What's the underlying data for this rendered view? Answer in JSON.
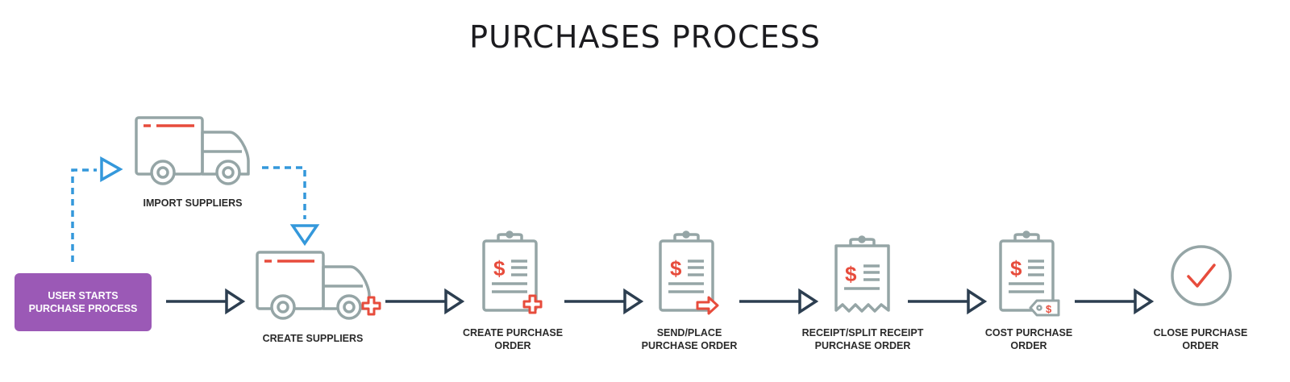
{
  "title": "PURCHASES PROCESS",
  "start": {
    "line1": "USER STARTS",
    "line2": "PURCHASE PROCESS"
  },
  "import_suppliers": "IMPORT SUPPLIERS",
  "steps": [
    {
      "line1": "CREATE SUPPLIERS",
      "line2": ""
    },
    {
      "line1": "CREATE PURCHASE",
      "line2": "ORDER"
    },
    {
      "line1": "SEND/PLACE",
      "line2": "PURCHASE ORDER"
    },
    {
      "line1": "RECEIPT/SPLIT RECEIPT",
      "line2": "PURCHASE ORDER"
    },
    {
      "line1": "COST PURCHASE",
      "line2": "ORDER"
    },
    {
      "line1": "CLOSE PURCHASE",
      "line2": "ORDER"
    }
  ],
  "icons": {
    "import": "truck-icon",
    "create_suppliers": "truck-plus-icon",
    "create_po": "clipboard-plus-icon",
    "send_po": "clipboard-arrow-icon",
    "receipt_po": "receipt-icon",
    "cost_po": "clipboard-tag-icon",
    "close_po": "check-circle-icon"
  },
  "colors": {
    "purple": "#9b59b6",
    "navy": "#2c3e50",
    "blue": "#3498db",
    "gray": "#95a5a6",
    "red": "#e74c3c",
    "text": "#2a2a2a"
  }
}
